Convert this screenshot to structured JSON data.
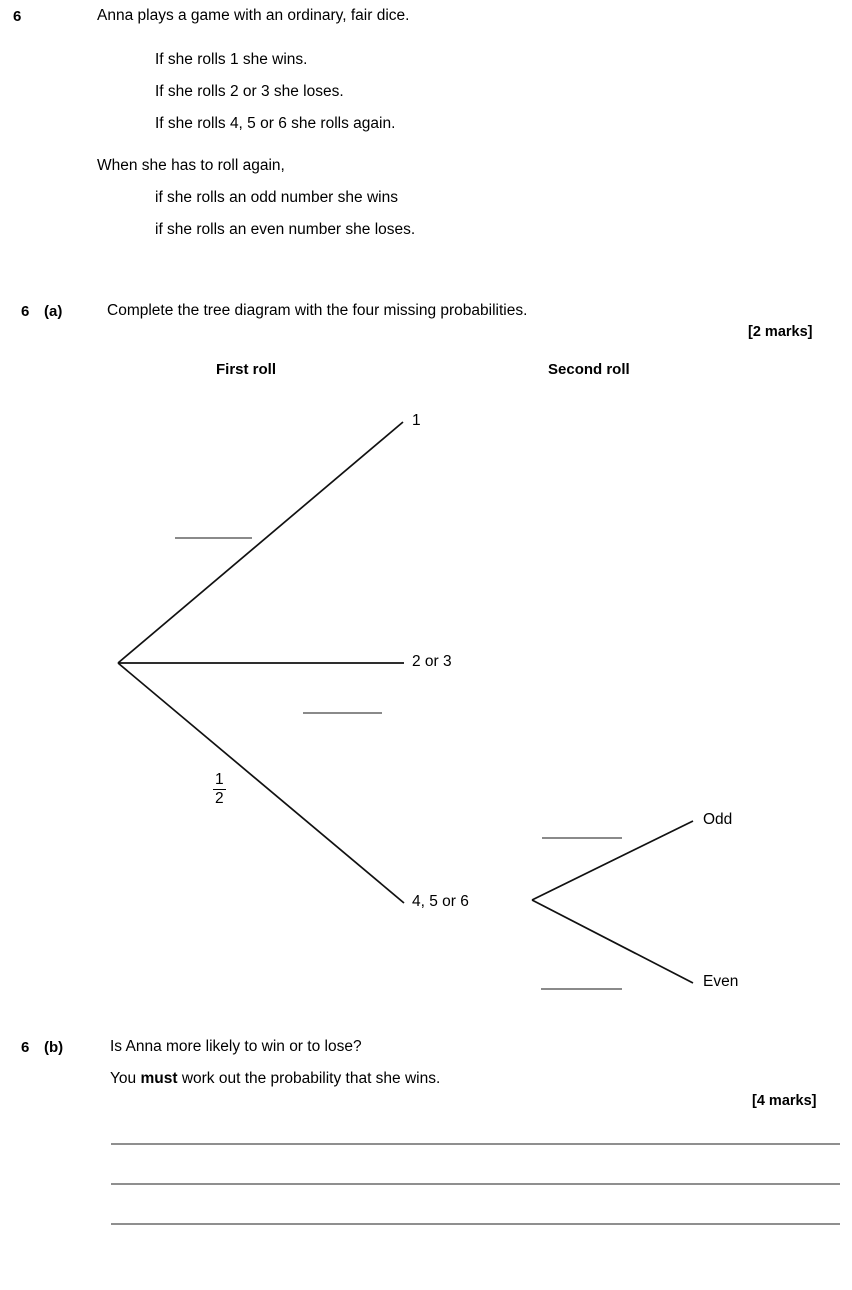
{
  "question": {
    "number": "6",
    "stem": "Anna plays a game with an ordinary, fair dice.",
    "rules": [
      "If she rolls 1 she wins.",
      "If she rolls 2 or 3 she loses.",
      "If she rolls 4, 5 or 6 she rolls again."
    ],
    "reroll_intro": "When she has to roll again,",
    "reroll_rules": [
      "if she rolls an odd number she wins",
      "if she rolls an even number she loses."
    ]
  },
  "part_a": {
    "number": "6",
    "letter": "(a)",
    "instruction": "Complete the tree diagram with the four missing probabilities.",
    "marks": "[2 marks]"
  },
  "tree": {
    "headers": {
      "first": "First roll",
      "second": "Second roll"
    },
    "first_roll_outcomes": [
      "1",
      "2 or 3",
      "4, 5 or 6"
    ],
    "second_roll_outcomes": [
      "Odd",
      "Even"
    ],
    "given_probability": {
      "numerator": "1",
      "denominator": "2",
      "branch": "4, 5 or 6"
    },
    "missing_probability_blanks": 4
  },
  "part_b": {
    "number": "6",
    "letter": "(b)",
    "question_line": "Is Anna more likely to win or to lose?",
    "instruction_prefix": "You ",
    "instruction_bold": "must",
    "instruction_suffix": " work out the probability that she wins.",
    "marks": "[4 marks]",
    "answer_lines": 3
  },
  "colors": {
    "text": "#000000",
    "rule": "#8f8f8f",
    "branch": "#111111",
    "background": "#ffffff"
  }
}
